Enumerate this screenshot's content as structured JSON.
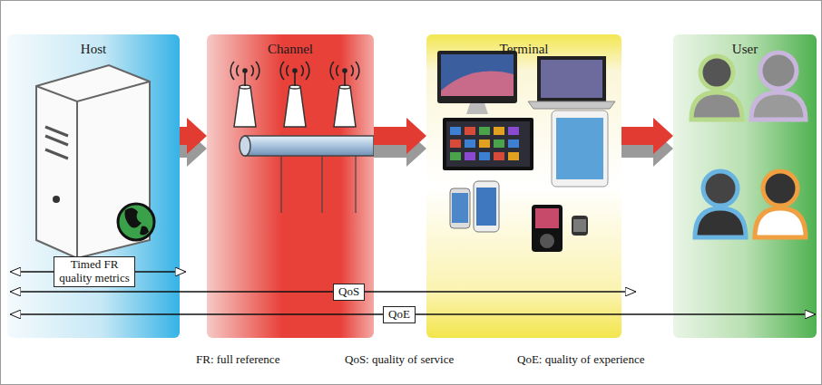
{
  "diagram": {
    "nodes": [
      {
        "text": [
          "Host"
        ]
      },
      {
        "text": [
          "Channel"
        ]
      },
      {
        "text": [
          "Terminal"
        ]
      },
      {
        "text": [
          "User"
        ]
      }
    ],
    "edges": [
      {
        "from": 0,
        "to": 1,
        "arrow": "to"
      },
      {
        "from": 1,
        "to": 2,
        "arrow": "to"
      },
      {
        "from": 2,
        "to": 3,
        "arrow": "to"
      }
    ],
    "labels": [
      "Timed FR quality metrics",
      "QoS",
      "QoE",
      "FR: full reference",
      "QoS: quality of service",
      "QoE: quality of experience"
    ]
  }
}
